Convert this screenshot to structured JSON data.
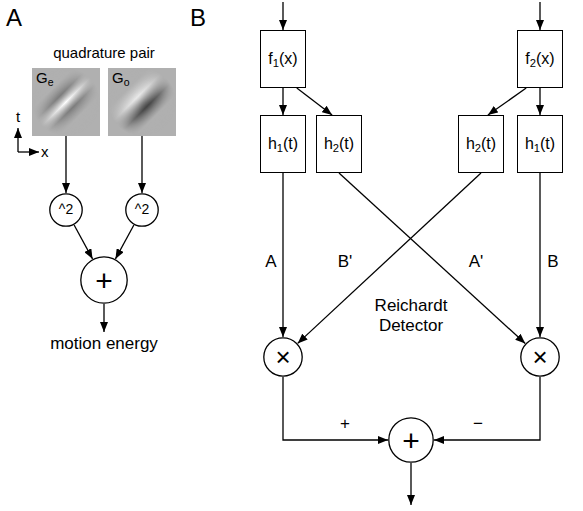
{
  "diagram": {
    "nodes": [
      {
        "text": [
          "Ge"
        ]
      },
      {
        "text": [
          "Go"
        ]
      },
      {
        "text": [
          "^2"
        ]
      },
      {
        "text": [
          "^2"
        ]
      },
      {
        "text": [
          "+"
        ]
      },
      {
        "text": [
          "f1(x)"
        ]
      },
      {
        "text": [
          "f2(x)"
        ]
      },
      {
        "text": [
          "h1(t)"
        ]
      },
      {
        "text": [
          "h2(t)"
        ]
      },
      {
        "text": [
          "h2(t)"
        ]
      },
      {
        "text": [
          "h1(t)"
        ]
      },
      {
        "text": [
          "×"
        ]
      },
      {
        "text": [
          "×"
        ]
      },
      {
        "text": [
          "+"
        ]
      }
    ],
    "edges": [
      {
        "from": 0,
        "to": 2,
        "arrow": "to"
      },
      {
        "from": 1,
        "to": 3,
        "arrow": "to"
      },
      {
        "from": 2,
        "to": 4,
        "arrow": "to"
      },
      {
        "from": 3,
        "to": 4,
        "arrow": "to"
      },
      {
        "from": 5,
        "to": 7,
        "arrow": "to"
      },
      {
        "from": 5,
        "to": 8,
        "arrow": "to"
      },
      {
        "from": 6,
        "to": 9,
        "arrow": "to"
      },
      {
        "from": 6,
        "to": 10,
        "arrow": "to"
      },
      {
        "from": 7,
        "to": 11,
        "label": "A",
        "arrow": "to"
      },
      {
        "from": 9,
        "to": 11,
        "label": "B'",
        "arrow": "to"
      },
      {
        "from": 8,
        "to": 12,
        "label": "A'",
        "arrow": "to"
      },
      {
        "from": 10,
        "to": 12,
        "label": "B",
        "arrow": "to"
      },
      {
        "from": 11,
        "to": 13,
        "label": "+",
        "arrow": "to"
      },
      {
        "from": 12,
        "to": 13,
        "label": "−",
        "arrow": "to"
      }
    ],
    "labels": [
      "A",
      "quadrature pair",
      "t",
      "x",
      "motion energy",
      "B",
      "Reichardt Detector"
    ]
  }
}
